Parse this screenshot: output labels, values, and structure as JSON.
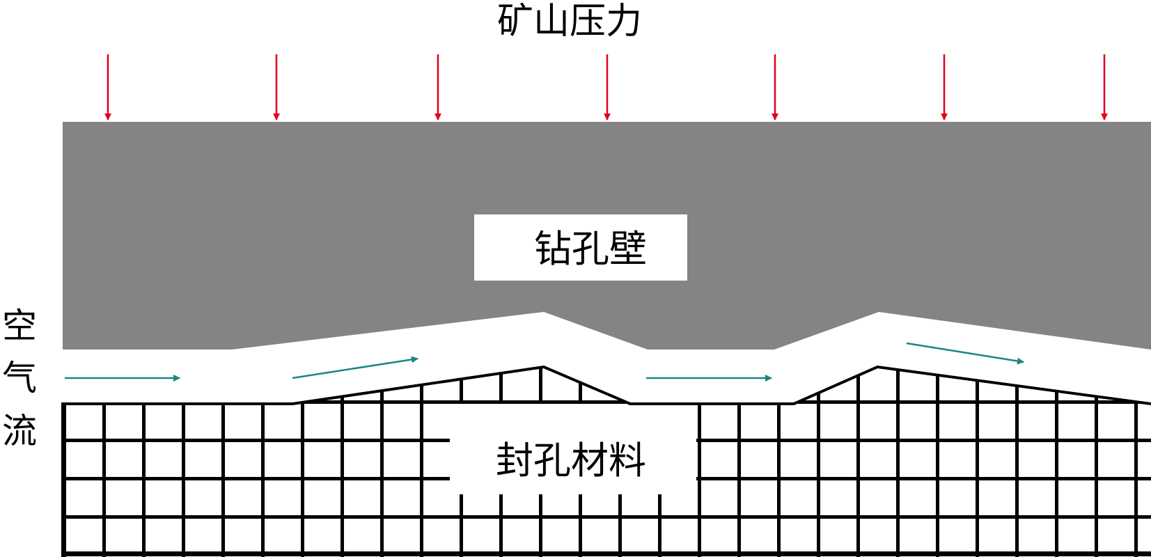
{
  "labels": {
    "top_pressure": "矿山压力",
    "borehole_wall": "钻孔壁",
    "airflow_1": "空",
    "airflow_2": "气",
    "airflow_3": "流",
    "sealing_material": "封孔材料"
  },
  "colors": {
    "rock": "#858384",
    "pressure_arrow": "#e3001b",
    "airflow_arrow": "#1a8585",
    "grid": "#000000",
    "background": "#ffffff"
  }
}
